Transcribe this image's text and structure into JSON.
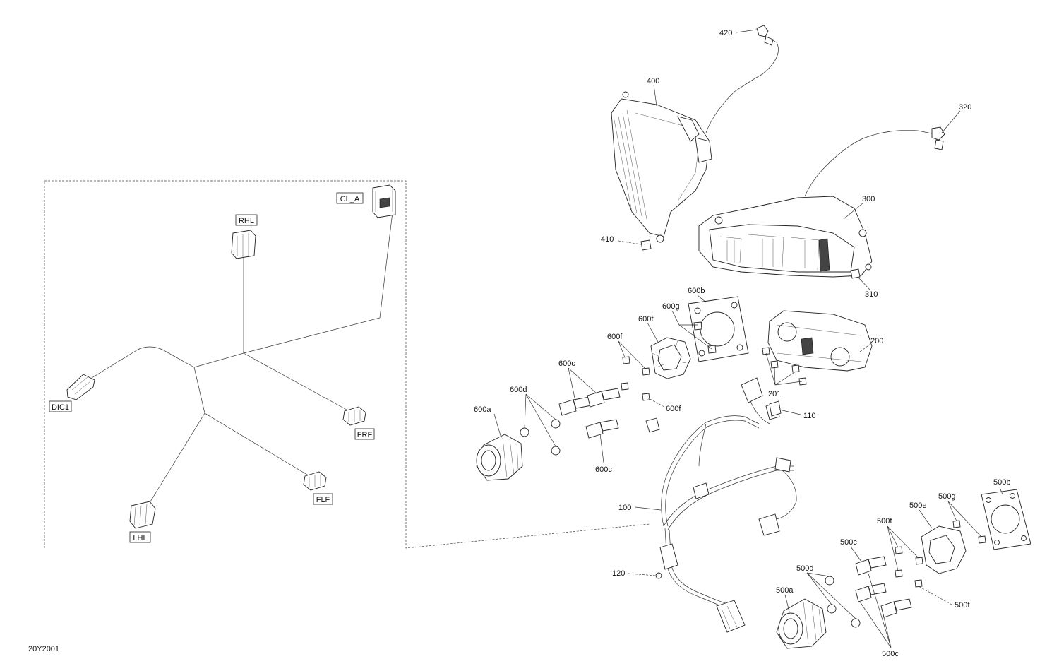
{
  "diagram": {
    "code": "20Y2001",
    "connector_labels": {
      "cl_a": "CL_A",
      "rhl": "RHL",
      "dic1": "DIC1",
      "frf": "FRF",
      "flf": "FLF",
      "lhl": "LHL"
    },
    "callouts": {
      "c420": "420",
      "c400": "400",
      "c320": "320",
      "c300": "300",
      "c410": "410",
      "c310": "310",
      "c600b": "600b",
      "c600g": "600g",
      "c600f_a": "600f",
      "c600f_b": "600f",
      "c600f_c": "600f",
      "c200": "200",
      "c600c_a": "600c",
      "c600c_b": "600c",
      "c600d": "600d",
      "c201": "201",
      "c600a": "600a",
      "c110": "110",
      "c500b": "500b",
      "c500g": "500g",
      "c500e": "500e",
      "c500f_a": "500f",
      "c500f_b": "500f",
      "c100": "100",
      "c500c_a": "500c",
      "c500c_b": "500c",
      "c500d": "500d",
      "c120": "120",
      "c500a": "500a"
    }
  }
}
